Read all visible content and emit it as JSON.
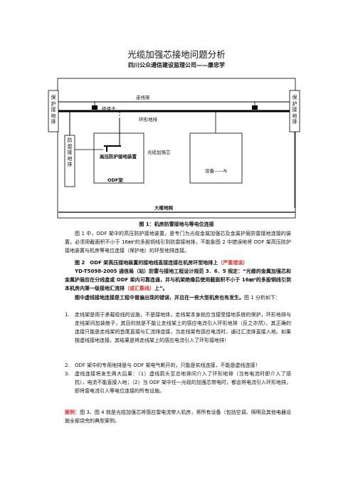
{
  "doc": {
    "title": "光缆加强芯接地问题分析",
    "subtitle": "四川公众通信建设监理公司——康忠学"
  },
  "diagram": {
    "left_bar_label": "保护接地排",
    "right_bar_label": "保护接地排",
    "cable_tray": "走线架",
    "insulator": "绝缘子",
    "ring_bar": "环形地排",
    "lightning_bar": "防雷接地排",
    "hv_device": "高压防护接地装置",
    "odf": "ODF架",
    "strength_core": "光缆加强芯",
    "equipment": "设备——N",
    "grid": "大楼地网"
  },
  "figure1_caption": "图 1：机房防雷接地与等电位连接",
  "p1": "图 1 中，ODF 架中的高压防护接地装置，是专门为光缆金属加强芯及金属护层防雷接地连接的装置，必须用截面积不小于 16㎜²的多股铜线引到防雷接地排，不能象图 2 中错误地将 ODF 架高压防护接地装置与机房等电位连接（保护地）的环型地排连接。",
  "p2": {
    "lead": "图 2　ODF 架高压接地装置的接地线直接连接在机房环型地排上",
    "err": "（严重错误）",
    "std": "YD-T5098-2005 通信局（站）防雷与接地工程设计规范 3．6．5 规定：“光缆的金属加强芯和金属护层应在分线盒或 ODF 架内可靠连通，并与机架绝缘后使用截面积不小于 16㎜²的多股铜线引到本机房内第一级接地汇流排",
    "red2": "（或汇集线）",
    "std_end": "上”。"
  },
  "p3": {
    "bold": "图中虚线接地连接是工程中普遍出现的错误，并且在一些大型机房也有发生。",
    "rest": "图 1 分析如下："
  },
  "list": [
    {
      "num": "1.",
      "text": "走线架是用于承载缆线的设施，不是接地体，走线架本身就应当接受接地系统的保护，环形地排与走线架间加装绝子，其目的就是不能让走线架上的感应电流引入环形地排（反之亦然）。其正确的连接只能是走线架的首尾直接与汇流排连接，当走线架有感应电流时，通过汇流排直接入地。如果按虚线接地连接，其结果是将走线架上的感应电流引入了环形接地排！"
    },
    {
      "num": "2.",
      "text": "ODF 架中的专用地排是与 ODF 架电气断开的，只能是实线连接，不能是虚线连接！"
    },
    {
      "num": "3.",
      "text": "虚线连接将发生两大后果：（1）虚线箭头至总地排间介入了环形地排（当有电流时即介入了感抗），电流不能直接入地；（2）当 ODF 架中任一光缆的加强芯带电时，都会将电流引入环形地排，即将雷电流引入等电位连接的所有设施。"
    }
  ],
  "p4": {
    "label": "案例：",
    "text": "图 3、图 4 就是光缆加强芯将感应雷电流带入机房，将所有设备（包括空调、照明及其他电器设施全部烧完的典型案例。"
  }
}
